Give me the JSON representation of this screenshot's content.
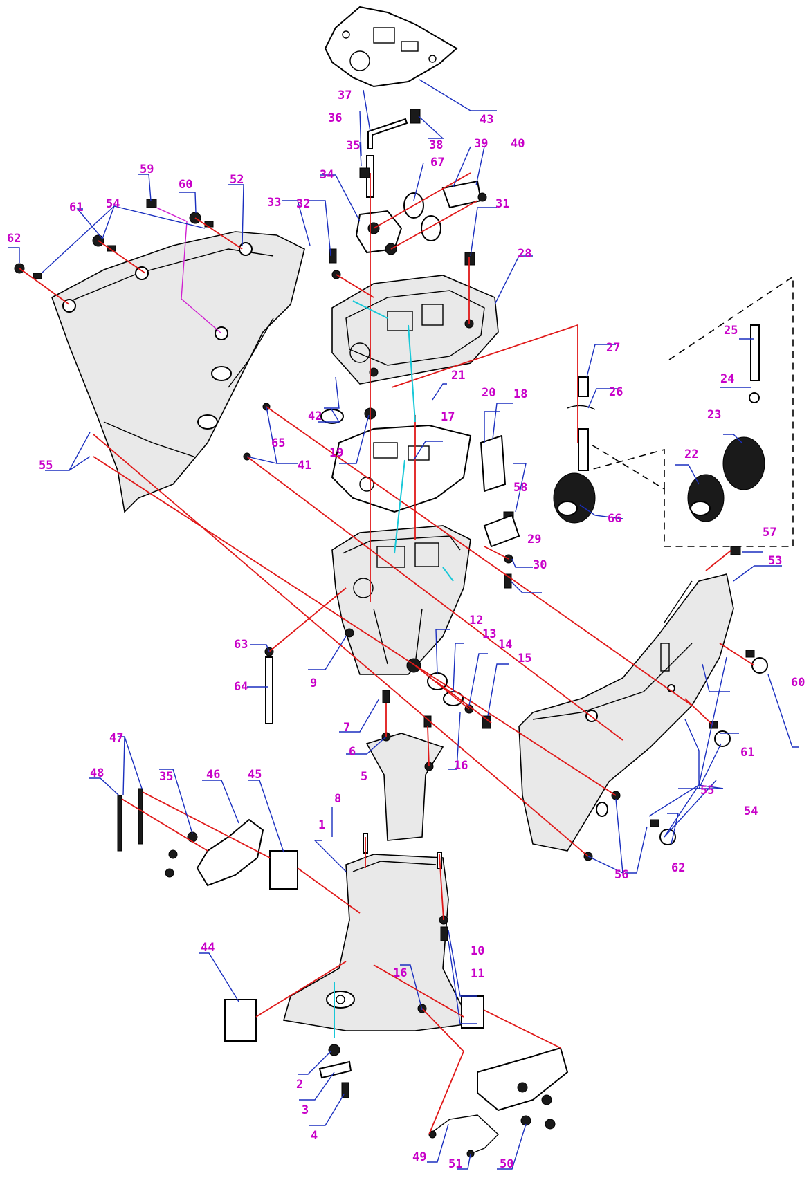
{
  "labels": [
    "1",
    "2",
    "3",
    "4",
    "5",
    "6",
    "7",
    "8",
    "9",
    "10",
    "11",
    "12",
    "13",
    "14",
    "15",
    "16",
    "16",
    "17",
    "18",
    "19",
    "20",
    "21",
    "22",
    "23",
    "24",
    "25",
    "26",
    "27",
    "28",
    "29",
    "30",
    "31",
    "32",
    "33",
    "34",
    "35",
    "35",
    "36",
    "37",
    "38",
    "39",
    "40",
    "41",
    "42",
    "43",
    "44",
    "45",
    "46",
    "47",
    "48",
    "49",
    "50",
    "51",
    "52",
    "53",
    "54",
    "54",
    "55",
    "55",
    "56",
    "57",
    "58",
    "59",
    "60",
    "60",
    "61",
    "61",
    "62",
    "62",
    "63",
    "64",
    "65",
    "66",
    "67"
  ],
  "colors": {
    "label": "#c800c8",
    "leader": "#1a2fbf",
    "assembly_line": "#e01818",
    "alignment_line": "#18c8d8",
    "link_line": "#d020d0"
  }
}
